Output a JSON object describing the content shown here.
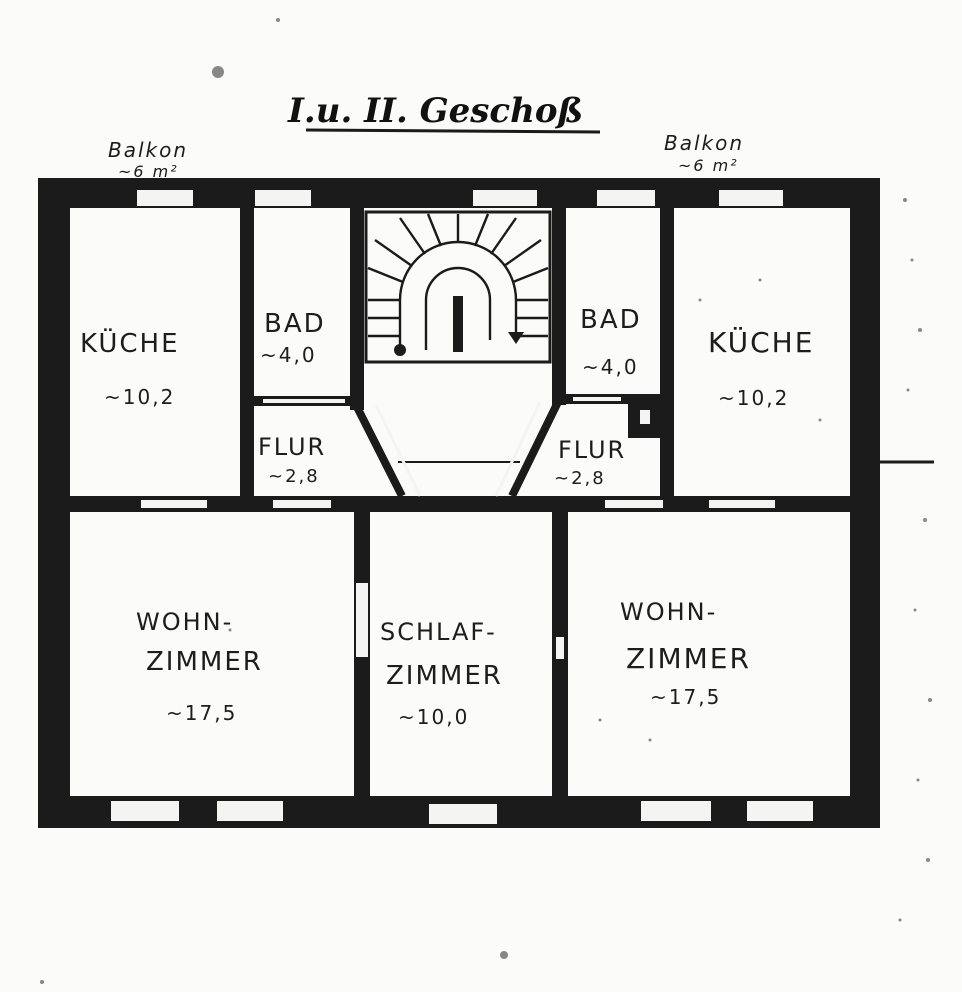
{
  "plan": {
    "title": "I.u. II. Geschoß",
    "balcony_left": {
      "name": "Balkon",
      "area": "~6 m²"
    },
    "balcony_right": {
      "name": "Balkon",
      "area": "~6 m²"
    },
    "rooms": [
      {
        "id": "kueche-left",
        "name": "KÜCHE",
        "area": "~10,2"
      },
      {
        "id": "bad-left",
        "name": "BAD",
        "area": "~4,0"
      },
      {
        "id": "flur-left",
        "name": "FLUR",
        "area": "~2,8"
      },
      {
        "id": "bad-right",
        "name": "BAD",
        "area": "~4,0"
      },
      {
        "id": "kueche-right",
        "name": "KÜCHE",
        "area": "~10,2"
      },
      {
        "id": "flur-right",
        "name": "FLUR",
        "area": "~2,8"
      },
      {
        "id": "wohnzimmer-left",
        "name1": "WOHN-",
        "name2": "ZIMMER",
        "area": "~17,5"
      },
      {
        "id": "schlafzimmer",
        "name1": "SCHLAF-",
        "name2": "ZIMMER",
        "area": "~10,0"
      },
      {
        "id": "wohnzimmer-right",
        "name1": "WOHN-",
        "name2": "ZIMMER",
        "area": "~17,5"
      }
    ]
  }
}
